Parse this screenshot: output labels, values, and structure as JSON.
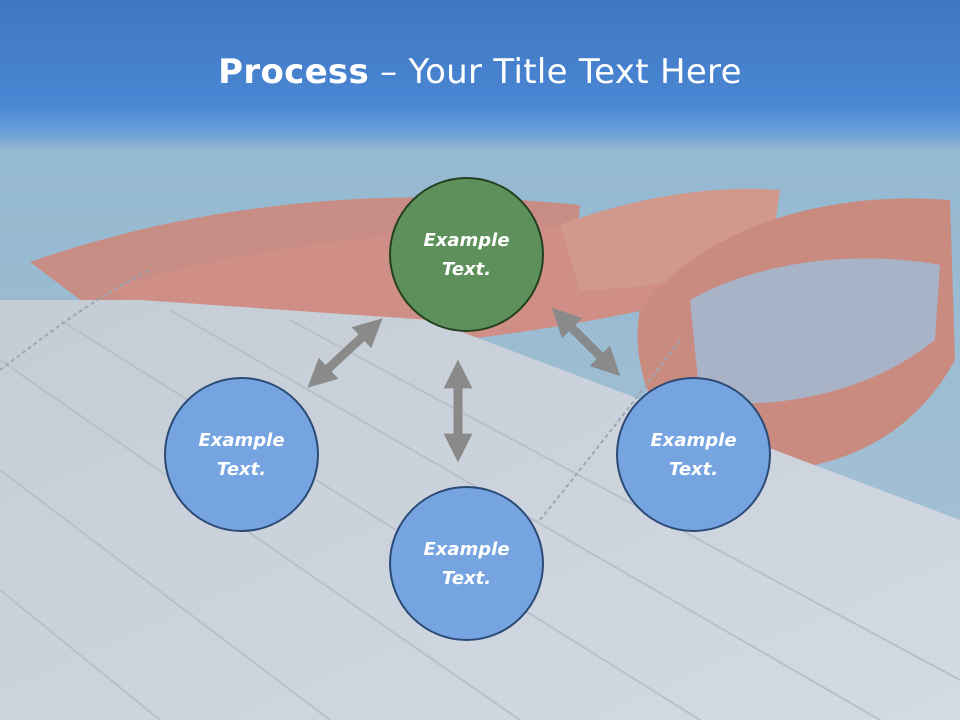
{
  "slide": {
    "title_bold": "Process",
    "title_rest": " – Your Title Text Here"
  },
  "nodes": {
    "center": "Example Text.",
    "left": "Example Text.",
    "right": "Example Text.",
    "bottom": "Example Text."
  },
  "colors": {
    "title_band": "#4a86d3",
    "node_blue": "#76a4e0",
    "node_green": "#5e905b",
    "arrow": "#8a8a8a"
  }
}
